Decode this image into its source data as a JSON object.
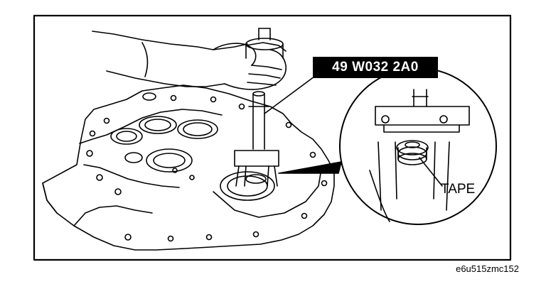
{
  "diagram": {
    "tool_number": "49 W032 2A0",
    "callout_label": "TAPE",
    "figure_code": "e6u515zmc152"
  },
  "colors": {
    "ink": "#000000",
    "paper": "#ffffff",
    "label_background": "#000000",
    "label_text": "#ffffff"
  }
}
